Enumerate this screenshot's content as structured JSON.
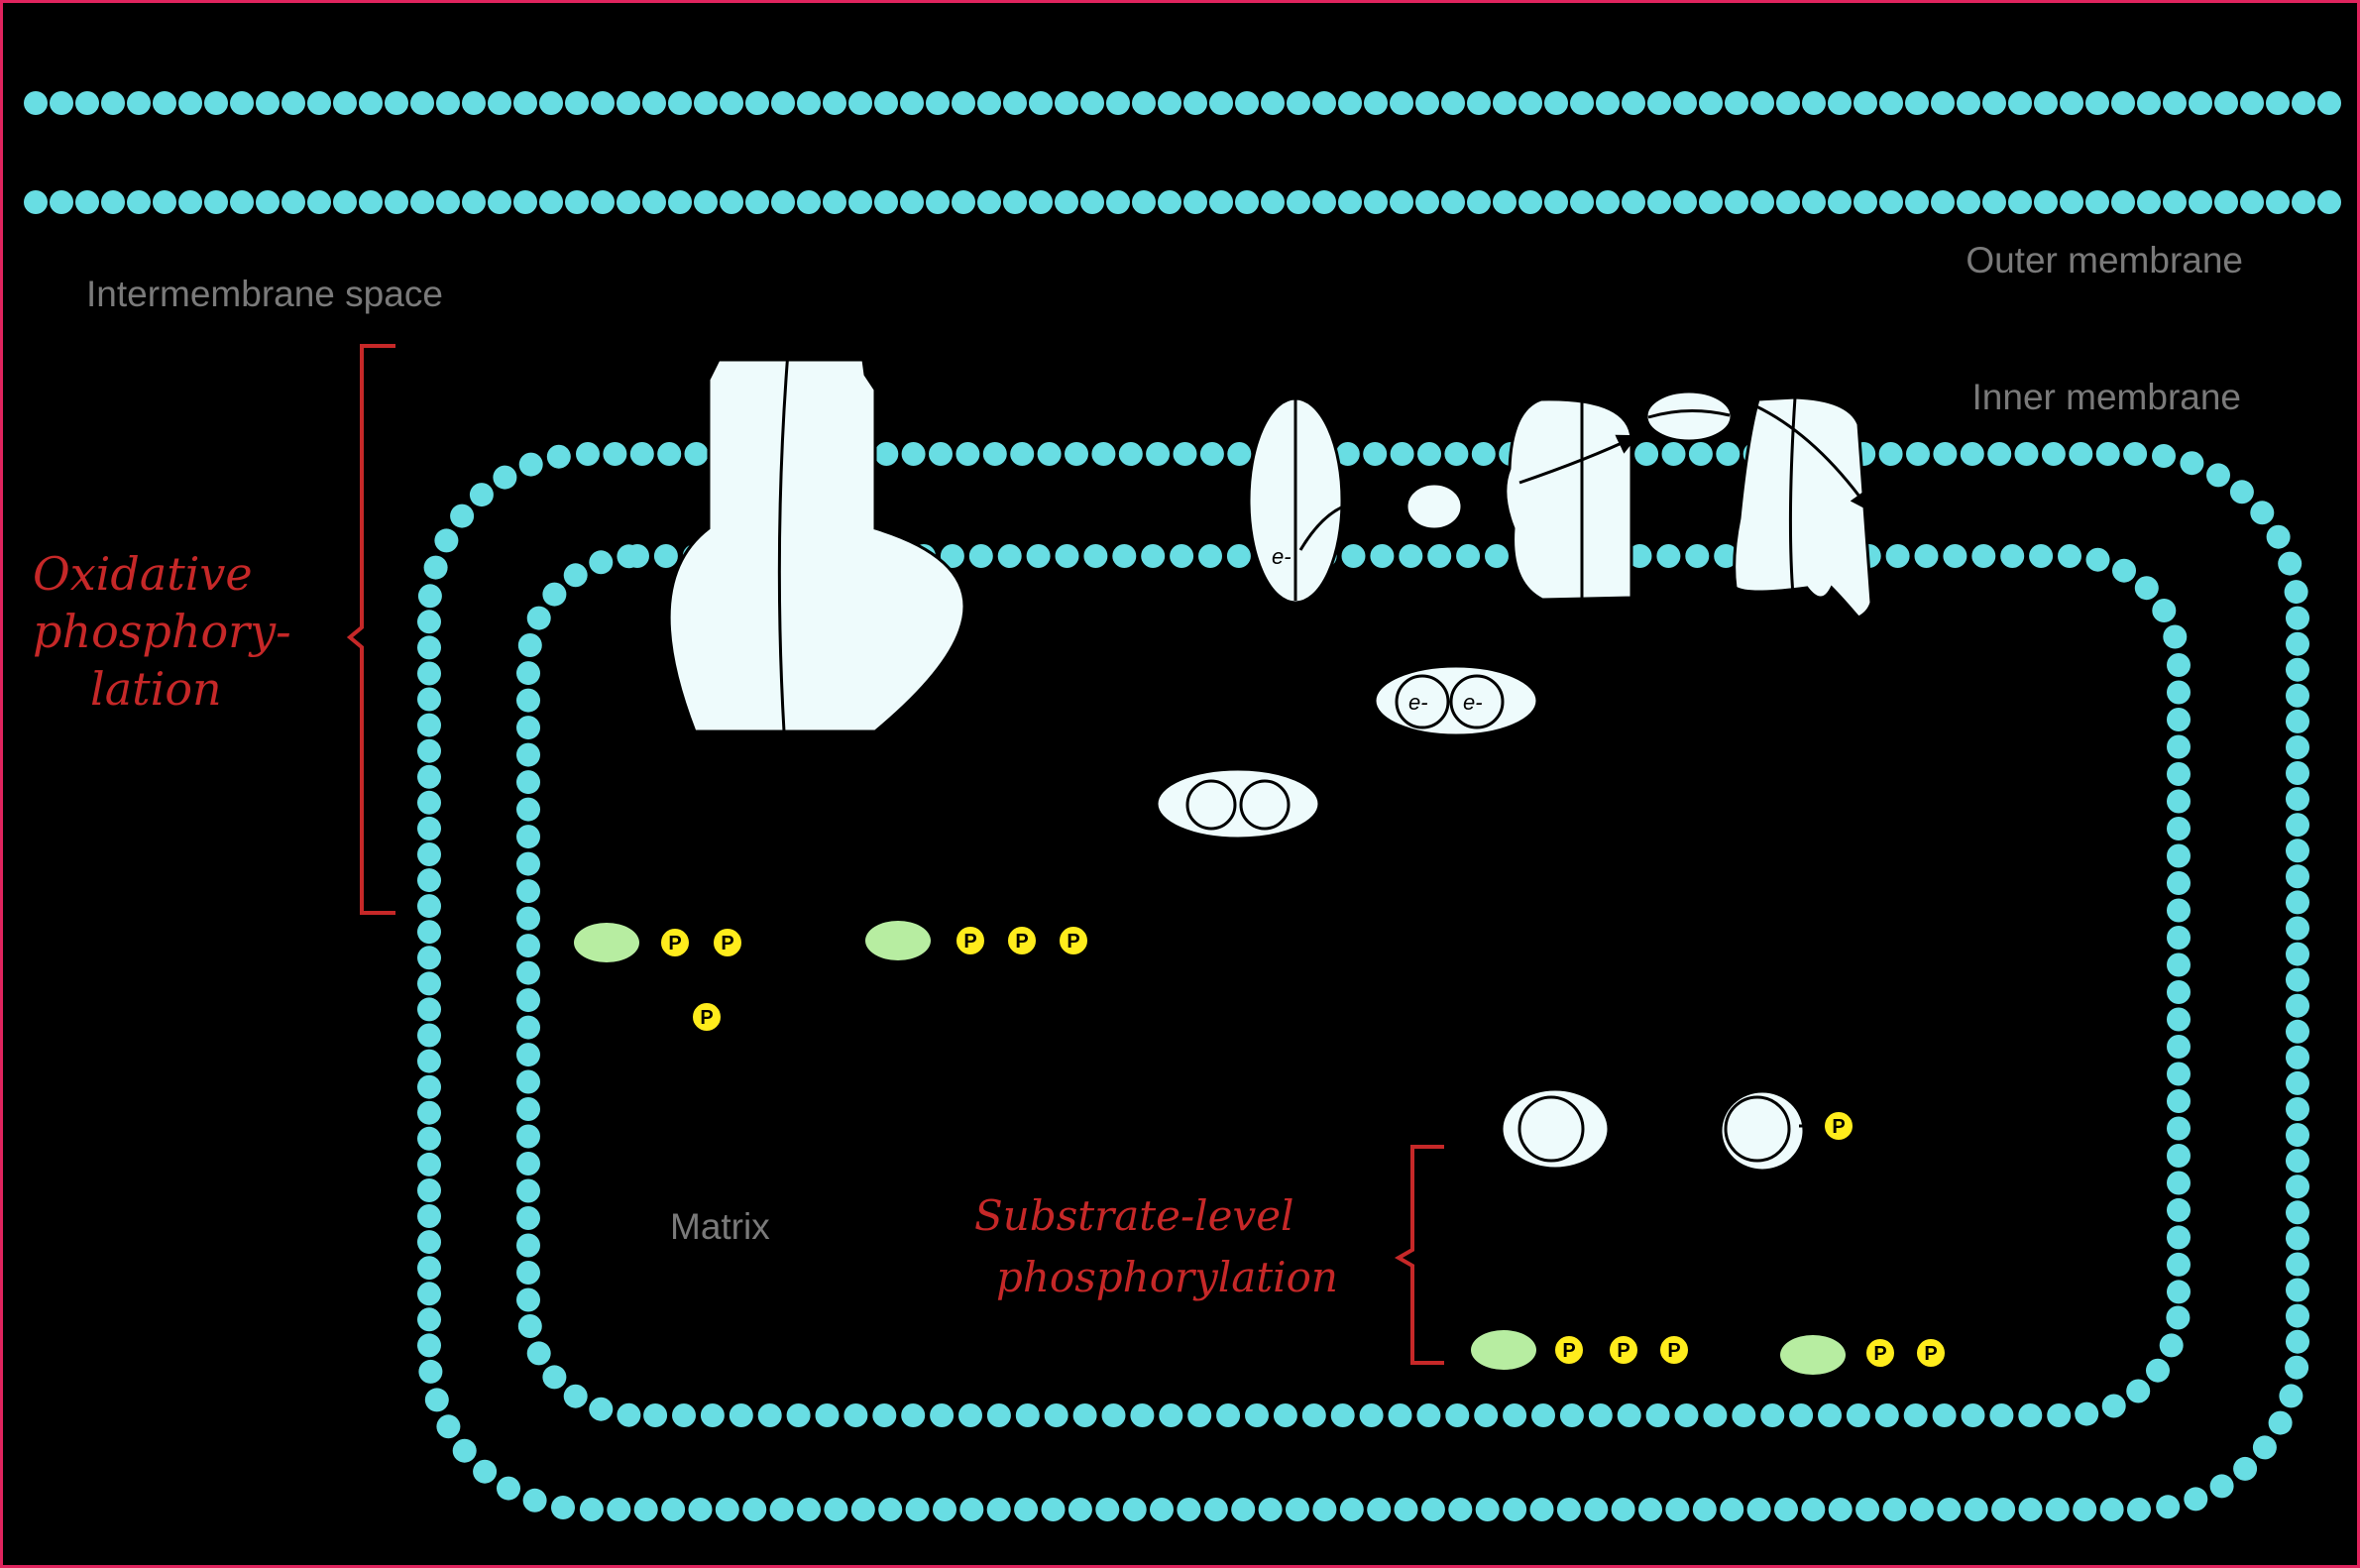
{
  "labels": {
    "outer_membrane": "Outer membrane",
    "inner_membrane": "Inner membrane",
    "intermembrane_space": "Intermembrane space",
    "matrix": "Matrix",
    "oxphos_lines": [
      "Oxidative",
      "phosphory-",
      "lation"
    ],
    "substrate_lines": [
      "Substrate-level",
      "phosphorylation"
    ],
    "electron": "e-",
    "phosphate": "P"
  },
  "colors": {
    "membrane_bead": "#68dde3",
    "protein_fill": "#eefbfc",
    "adenosine": "#b7eda1",
    "phosphate": "#ffec1c",
    "annotation_red": "#c62828",
    "label_gray": "#7a7a7a",
    "frame": "#e0245e",
    "background": "#000000"
  },
  "icons": {
    "membrane": "lipid-bilayer-beads",
    "atp_synthase": "atp-synthase-icon",
    "complexes": "electron-transport-complex-icon",
    "carrier": "electron-carrier-icon",
    "phosphate": "phosphate-circle-icon"
  }
}
